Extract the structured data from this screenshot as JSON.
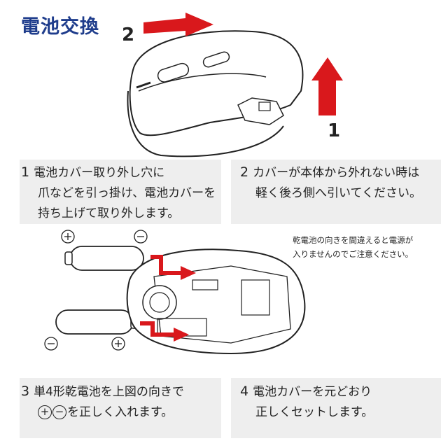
{
  "title": "電池交換",
  "figure_top": {
    "arrow_label_2": "2",
    "arrow_label_1": "1"
  },
  "steps": [
    {
      "num": "1",
      "lines": [
        "電池カバー取り外し穴に",
        "爪などを引っ掛け、電池カバーを",
        "持ち上げて取り外します。"
      ]
    },
    {
      "num": "2",
      "lines": [
        "カバーが本体から外れない時は",
        "軽く後ろ側へ引いてください。"
      ]
    },
    {
      "num": "3",
      "lines": [
        "単4形乾電池を上図の向きで",
        "を正しく入れます。"
      ],
      "symbols": [
        "+",
        "−"
      ]
    },
    {
      "num": "4",
      "lines": [
        "電池カバーを元どおり",
        "正しくセットします。"
      ]
    }
  ],
  "note": [
    "乾電池の向きを間違えると電源が",
    "入りませんのでご注意ください。"
  ],
  "figure_mid": {
    "plus": "+",
    "minus": "−"
  },
  "colors": {
    "title": "#1f3d8c",
    "arrow": "#d9181c",
    "box": "#eeeeee"
  }
}
